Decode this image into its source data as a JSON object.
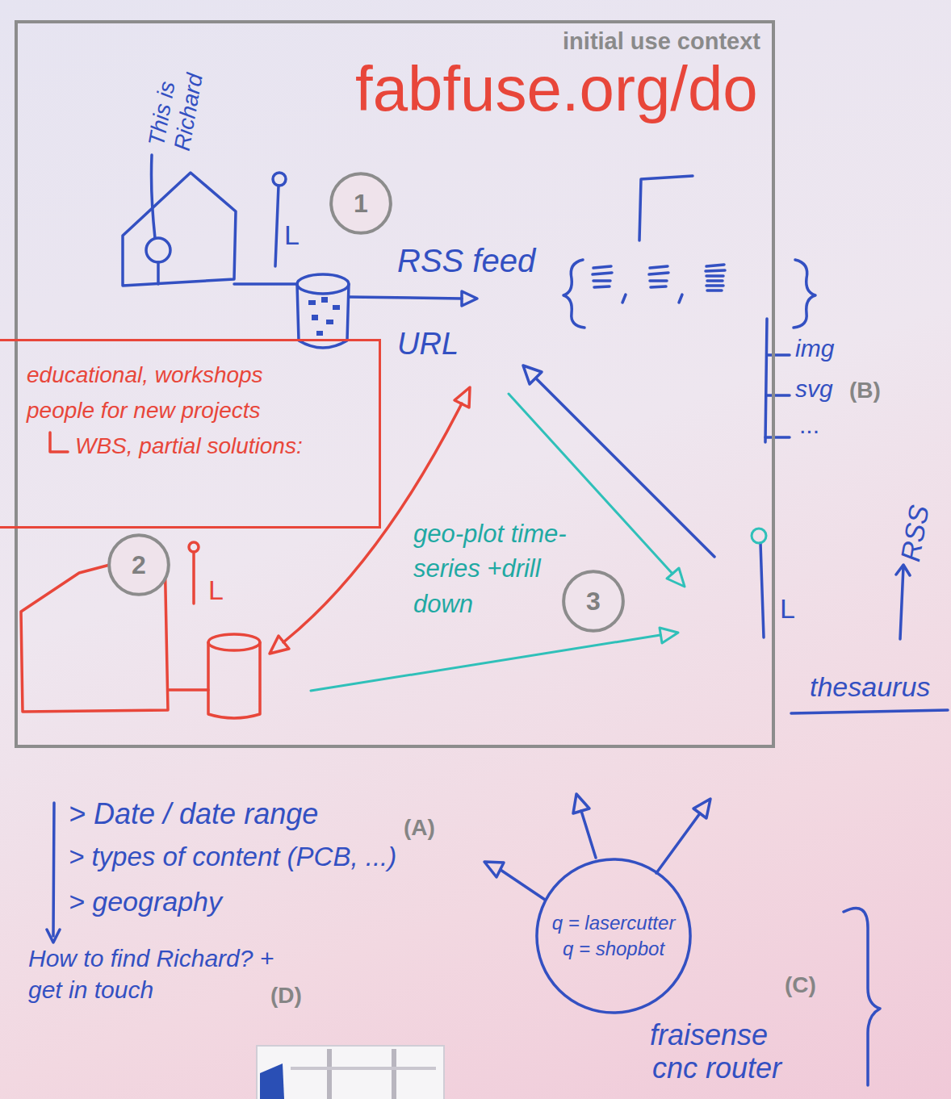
{
  "diagram": {
    "nodes": [
      {
        "text": [
          "initial use context"
        ]
      },
      {
        "text": [
          "1"
        ],
        "in": 0
      },
      {
        "text": [
          "educational, workshops",
          "people for new projects",
          "WBS, partial solutions:"
        ],
        "in": 0
      },
      {
        "text": [
          "2"
        ],
        "in": 0
      },
      {
        "text": [
          "3"
        ],
        "in": 0
      },
      {
        "text": [
          "q = lasercutter",
          "q = shopbot"
        ]
      }
    ],
    "labels": [
      "fabfuse.org/do",
      "This is Richard",
      "L",
      "RSS feed",
      "URL",
      "img",
      "svg",
      "(B)",
      "...",
      "L",
      "geo-plot time-series +drill down",
      "L",
      "RSS",
      "thesaurus",
      "> Date / date range",
      "(A)",
      "> types of content (PCB, ...)",
      "> geography",
      "How to find Richard? + get in touch",
      "(D)",
      "(C)",
      "fraisense",
      "cnc router"
    ]
  }
}
